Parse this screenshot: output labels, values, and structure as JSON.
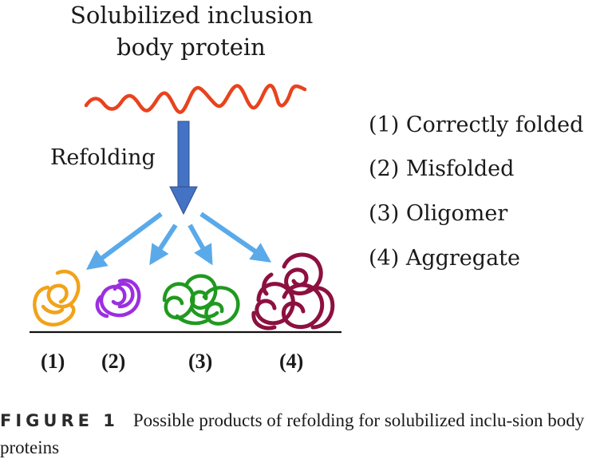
{
  "figure": {
    "title_line1": "Solubilized inclusion",
    "title_line2": "body protein",
    "arrow_label": "Refolding",
    "legend": [
      "(1) Correctly folded",
      "(2) Misfolded",
      "(3) Oligomer",
      "(4) Aggregate"
    ],
    "product_labels": [
      "(1)",
      "(2)",
      "(3)",
      "(4)"
    ],
    "colors": {
      "unfolded_chain": "#e8431e",
      "main_arrow": "#4472c4",
      "branch_arrows": "#5aaaea",
      "correctly_folded": "#f2a21a",
      "misfolded": "#9b2fe0",
      "oligomer": "#1f9a1f",
      "aggregate": "#8c1040"
    }
  },
  "caption": {
    "label": "FIGURE 1",
    "text": "Possible products of refolding for solubilized inclu-sion body proteins"
  }
}
